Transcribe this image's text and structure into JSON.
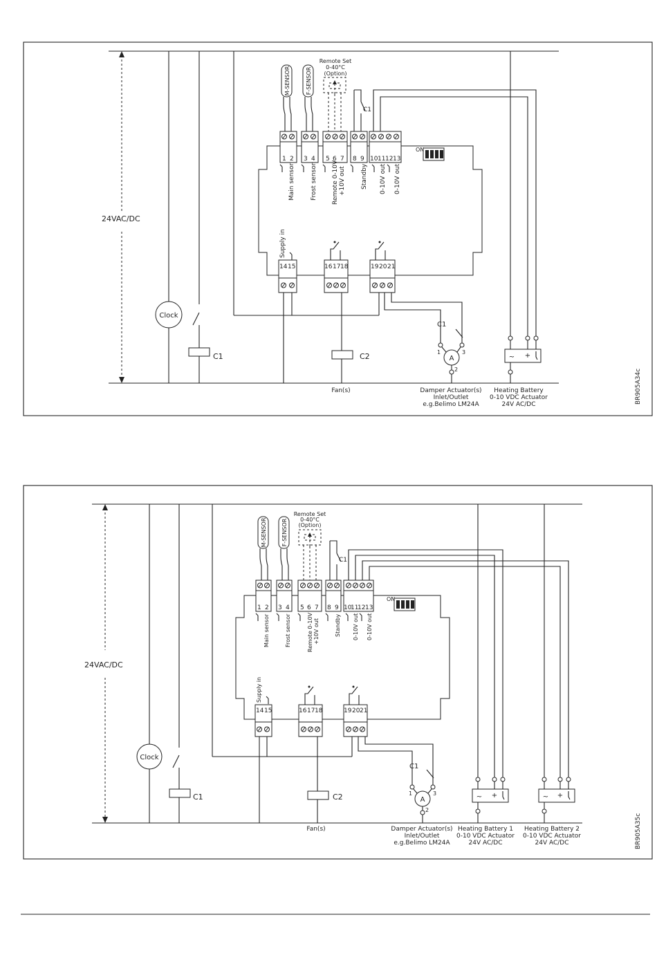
{
  "supply_label": "24VAC/DC",
  "sensor_main": "M-SENSOR",
  "sensor_frost": "F-SENSOR",
  "remote_set": [
    "Remote Set",
    "0-40°C",
    "(Option)"
  ],
  "terminals_top": [
    "1",
    "2",
    "3",
    "4",
    "5",
    "6",
    "7",
    "8",
    "9",
    "10",
    "11",
    "12",
    "13"
  ],
  "terminals_bottom": [
    "14",
    "15",
    "16",
    "17",
    "18",
    "19",
    "20",
    "21"
  ],
  "label_main_sensor": "Main sensor",
  "label_frost_sensor": "Frost sensor",
  "label_remote_1": "Remote 0-10V",
  "label_remote_2": "+10V out",
  "label_standby": "Standby",
  "label_out": "0-10V out",
  "label_supply_in": "Supply in",
  "label_on": "ON",
  "label_clock": "Clock",
  "label_c1": "C1",
  "label_c2": "C2",
  "label_fans": "Fan(s)",
  "actuator_letter": "A",
  "actuator_pins": [
    "1",
    "2",
    "3"
  ],
  "damper": [
    "Damper Actuator(s)",
    "Inlet/Outlet",
    "e.g.Belimo LM24A"
  ],
  "heating_single": [
    "Heating Battery",
    "0-10 VDC Actuator",
    "24V AC/DC"
  ],
  "heating_1": [
    "Heating Battery 1",
    "0-10 VDC Actuator",
    "24V AC/DC"
  ],
  "heating_2": [
    "Heating Battery 2",
    "0-10 VDC Actuator",
    "24V AC/DC"
  ],
  "battery_symbols": [
    "~",
    "+",
    "-"
  ],
  "code_1": "BR905A34c",
  "code_2": "BR905A35c"
}
